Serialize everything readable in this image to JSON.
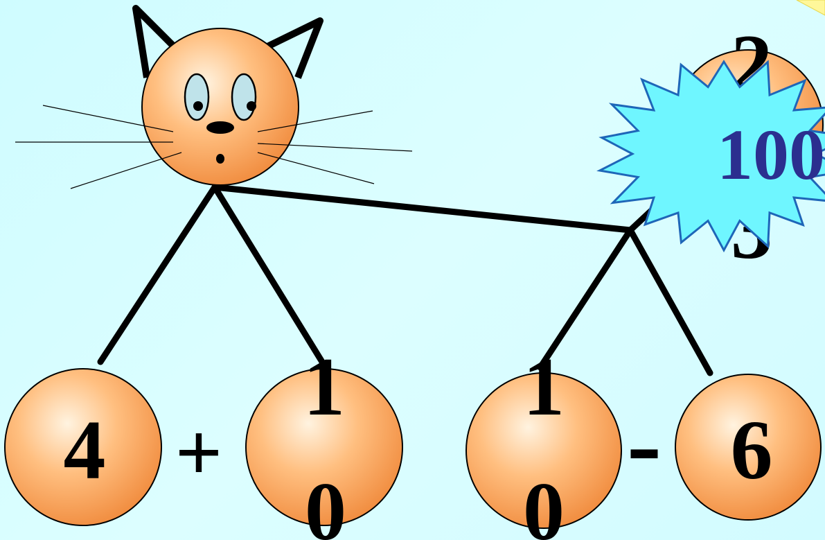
{
  "colors": {
    "background": "#d3fcff",
    "ball_light": "#fff3e0",
    "ball_mid": "#ffbf80",
    "ball_dark": "#f08a3c",
    "line": "#000000",
    "burst_fill": "#6ff6ff",
    "burst_stroke": "#1e66b8",
    "burst_text": "#2b2f8f",
    "corner_accent": "#fff79a"
  },
  "balls": [
    {
      "id": "ball-4",
      "text": "4"
    },
    {
      "id": "ball-10-left",
      "text_top": "1",
      "text_bottom": "0"
    },
    {
      "id": "ball-10-right",
      "text_top": "1",
      "text_bottom": "0"
    },
    {
      "id": "ball-6",
      "text": "6"
    },
    {
      "id": "ball-top-right",
      "text_top": "2",
      "text_bottom": "3"
    }
  ],
  "operators": {
    "plus": "+",
    "minus": "-"
  },
  "burst": {
    "text": "100"
  },
  "cat": {
    "icon": "cat-face-icon"
  }
}
